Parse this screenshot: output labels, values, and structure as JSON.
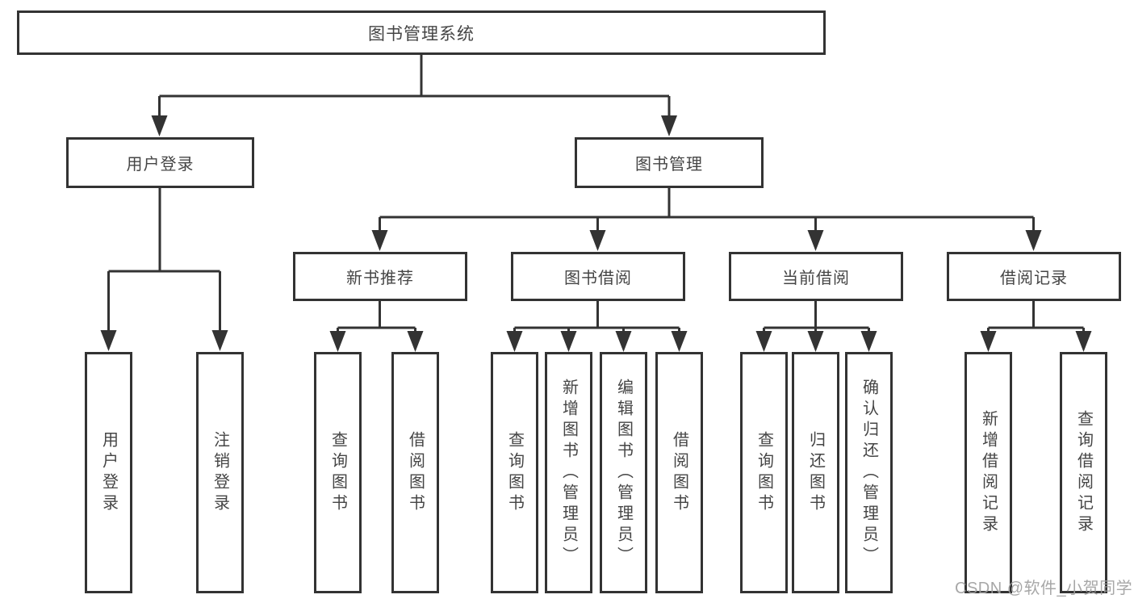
{
  "tree": {
    "root": {
      "label": "图书管理系统"
    },
    "branches": [
      {
        "label": "用户登录",
        "children": [
          "用户登录",
          "注销登录"
        ]
      },
      {
        "label": "图书管理",
        "modules": [
          {
            "label": "新书推荐",
            "children": [
              "查询图书",
              "借阅图书"
            ]
          },
          {
            "label": "图书借阅",
            "children": [
              "查询图书",
              "新增图书（管理员）",
              "编辑图书（管理员）",
              "借阅图书"
            ]
          },
          {
            "label": "当前借阅",
            "children": [
              "查询图书",
              "归还图书",
              "确认归还（管理员）"
            ]
          },
          {
            "label": "借阅记录",
            "children": [
              "新增借阅记录",
              "查询借阅记录"
            ]
          }
        ]
      }
    ]
  },
  "watermark": "CSDN @软件_小贺同学",
  "colors": {
    "line": "#333333",
    "box_border": "#333333",
    "text": "#454545",
    "watermark": "#9e9e9e",
    "background": "#ffffff"
  }
}
